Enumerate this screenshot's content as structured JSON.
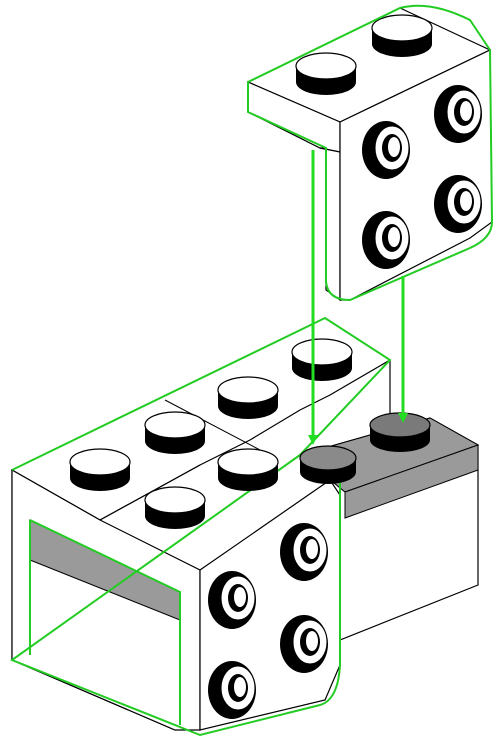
{
  "diagram": {
    "type": "building-instruction-step",
    "parts": [
      {
        "name": "bracket-plate-1x2-2x2",
        "role": "new-part"
      },
      {
        "name": "brick-2x2-side-studs",
        "role": "base"
      },
      {
        "name": "brick-2x2",
        "role": "base"
      },
      {
        "name": "plate-1x2",
        "role": "base"
      }
    ],
    "connectors": [
      {
        "from": "bracket-plate-1x2-2x2",
        "to": "plate-1x2",
        "style": "down-arrow"
      },
      {
        "from": "bracket-plate-1x2-2x2",
        "to": "plate-1x2",
        "style": "down-arrow"
      }
    ]
  },
  "colors": {
    "highlight": "#22cc22",
    "brick_face": "#ffffff",
    "outline": "#000000",
    "stud_top": "#000000",
    "grey_stripe": "#9a9a9a",
    "arrow": "#22dd22"
  }
}
